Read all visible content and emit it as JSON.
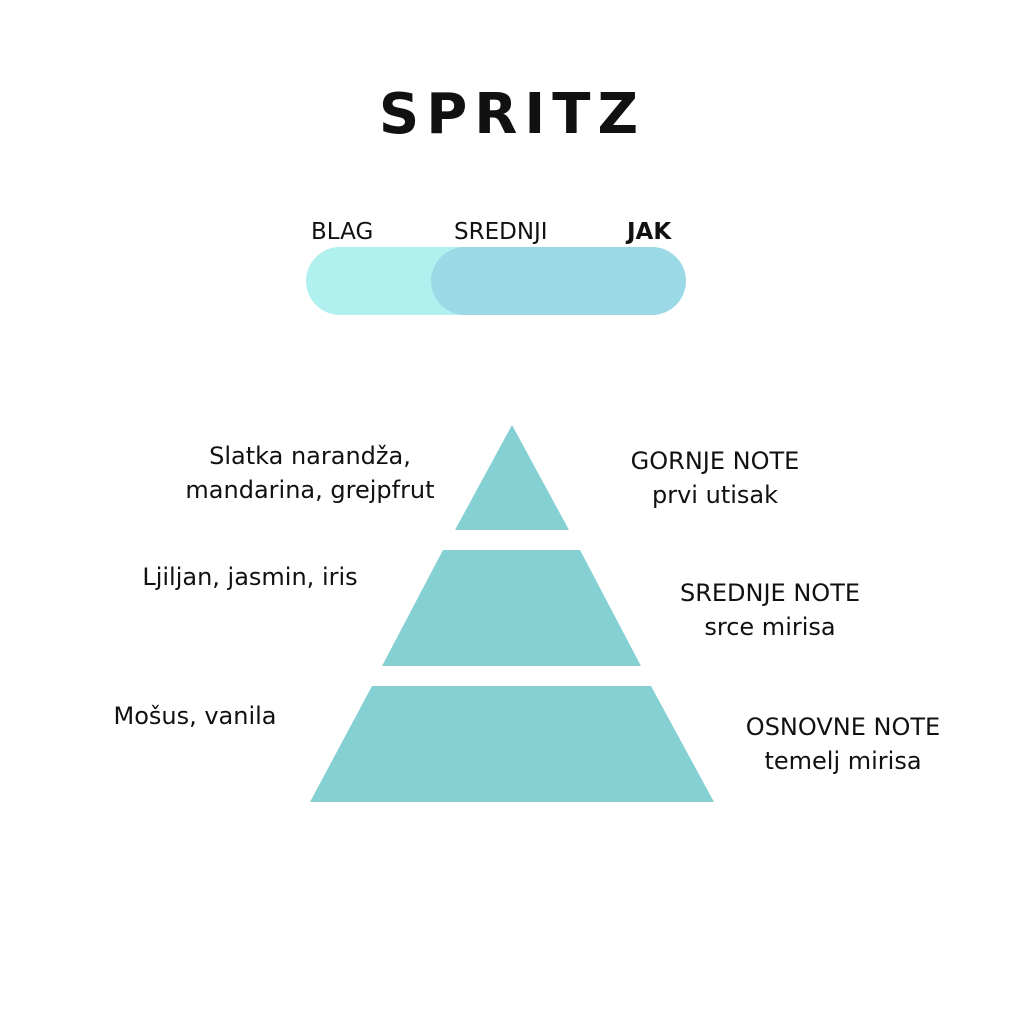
{
  "title": "SPRITZ",
  "intensity": {
    "levels": [
      "BLAG",
      "SREDNJI",
      "JAK"
    ],
    "selected": "JAK",
    "fill_fraction": 0.67,
    "track_color": "#b0f0ef",
    "fill_color": "#9cd9e6"
  },
  "pyramid": {
    "color": "#84d0d2",
    "tiers": [
      {
        "ingredients": [
          "Slatka narandža,",
          "mandarina, grejpfrut"
        ],
        "name": "GORNJE NOTE",
        "desc": "prvi utisak"
      },
      {
        "ingredients": [
          "Ljiljan, jasmin, iris"
        ],
        "name": "SREDNJE NOTE",
        "desc": "srce mirisa"
      },
      {
        "ingredients": [
          "Mošus, vanila"
        ],
        "name": "OSNOVNE NOTE",
        "desc": "temelj mirisa"
      }
    ]
  }
}
